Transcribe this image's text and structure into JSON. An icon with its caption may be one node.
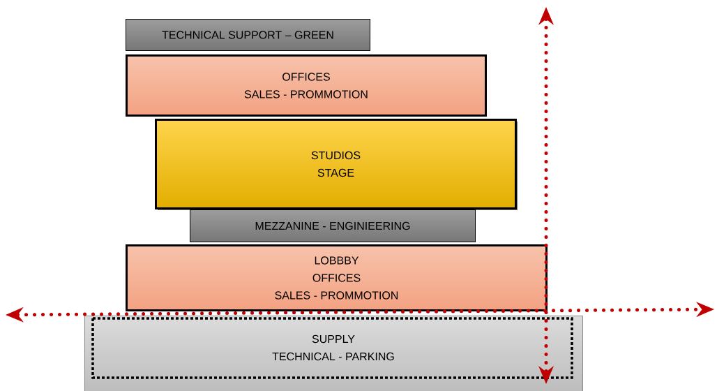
{
  "diagram": {
    "nodes": [
      {
        "text": [
          "TECHNICAL SUPPORT – GREEN"
        ]
      },
      {
        "text": [
          "OFFICES",
          "SALES - PROMMOTION"
        ]
      },
      {
        "text": [
          "STUDIOS",
          "STAGE"
        ]
      },
      {
        "text": [
          "MEZZANINE - ENGINIEERING"
        ]
      },
      {
        "text": [
          "LOBBBY",
          "OFFICES",
          "SALES - PROMMOTION"
        ]
      },
      {
        "text": [
          "SUPPLY",
          "TECHNICAL - PARKING"
        ]
      }
    ]
  }
}
